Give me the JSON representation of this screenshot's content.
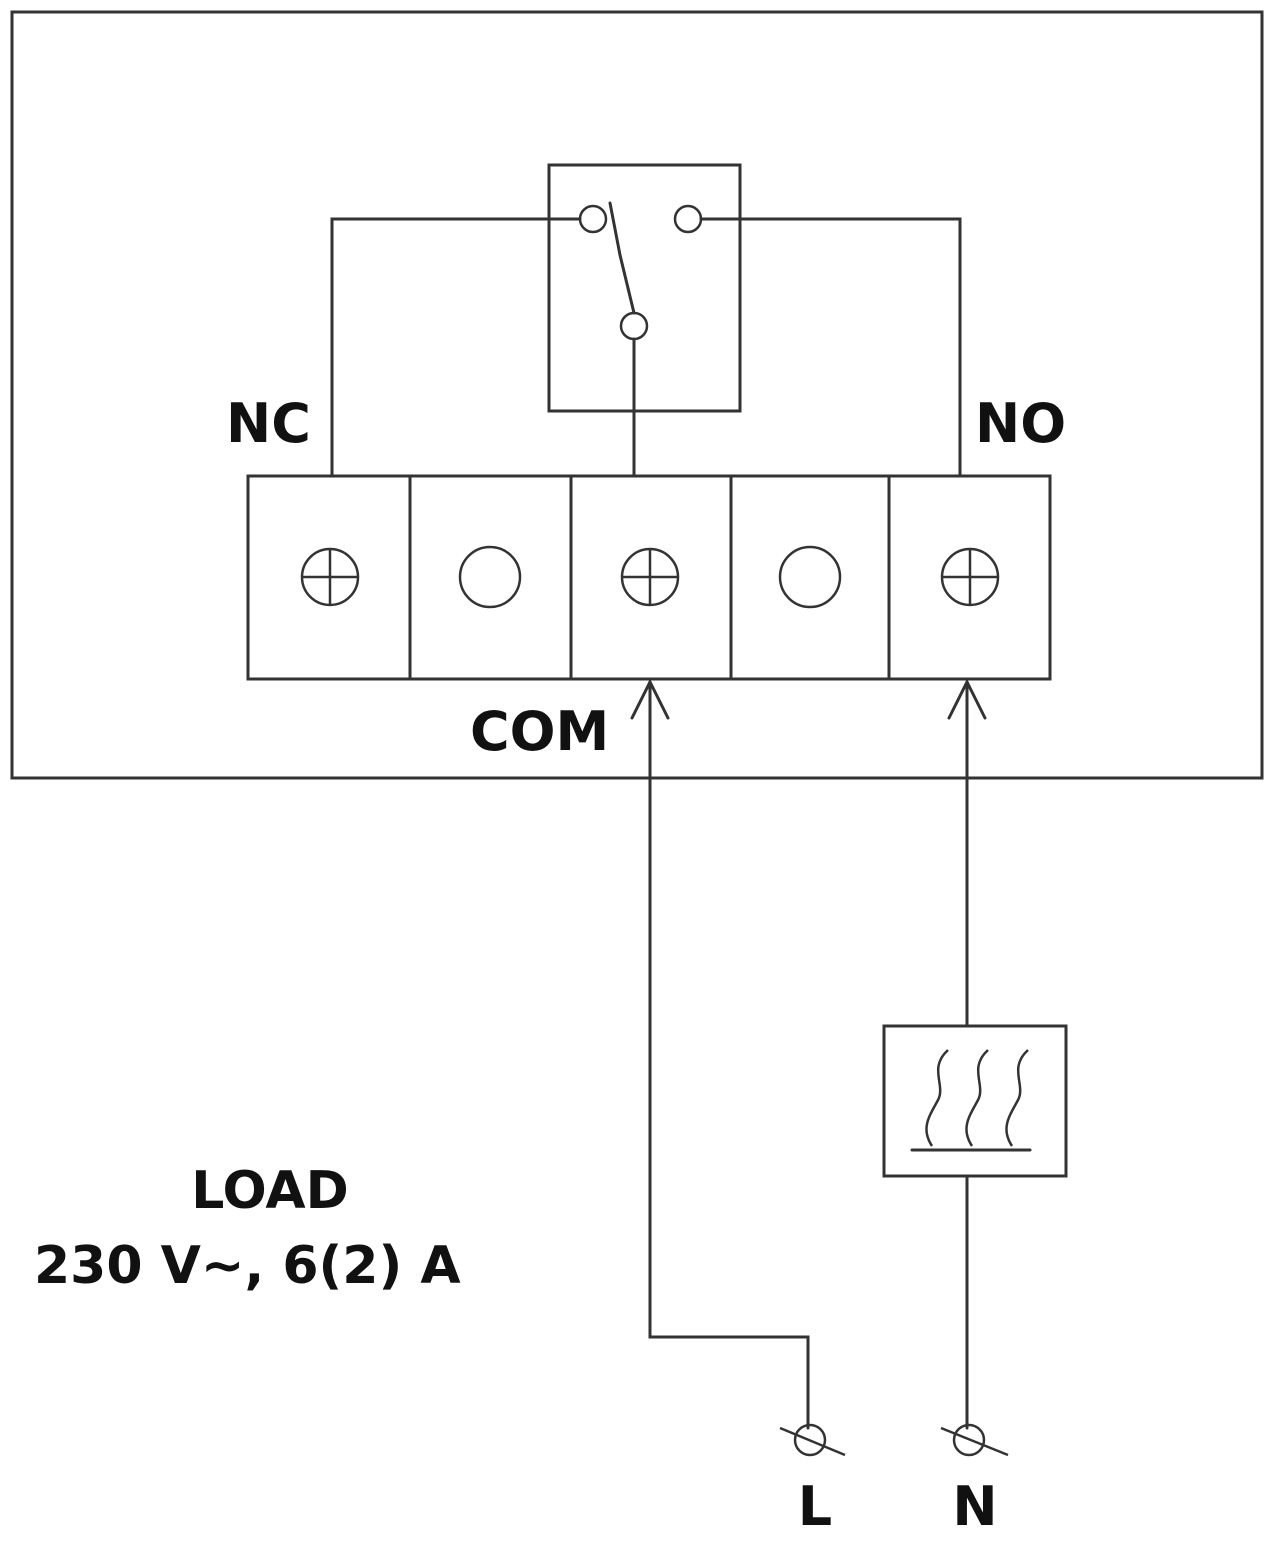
{
  "terminals": {
    "nc_label": "NC",
    "no_label": "NO",
    "com_label": "COM"
  },
  "load": {
    "title": "LOAD",
    "rating": "230 V~, 6(2) A"
  },
  "supply": {
    "line_label": "L",
    "neutral_label": "N"
  },
  "icons": {
    "heater": "heater-icon",
    "screw": "screw-terminal-icon",
    "hole": "terminal-hole-icon",
    "relay": "relay-switch-icon"
  },
  "colors": {
    "line": "#333333",
    "text": "#111111",
    "background": "#ffffff"
  }
}
